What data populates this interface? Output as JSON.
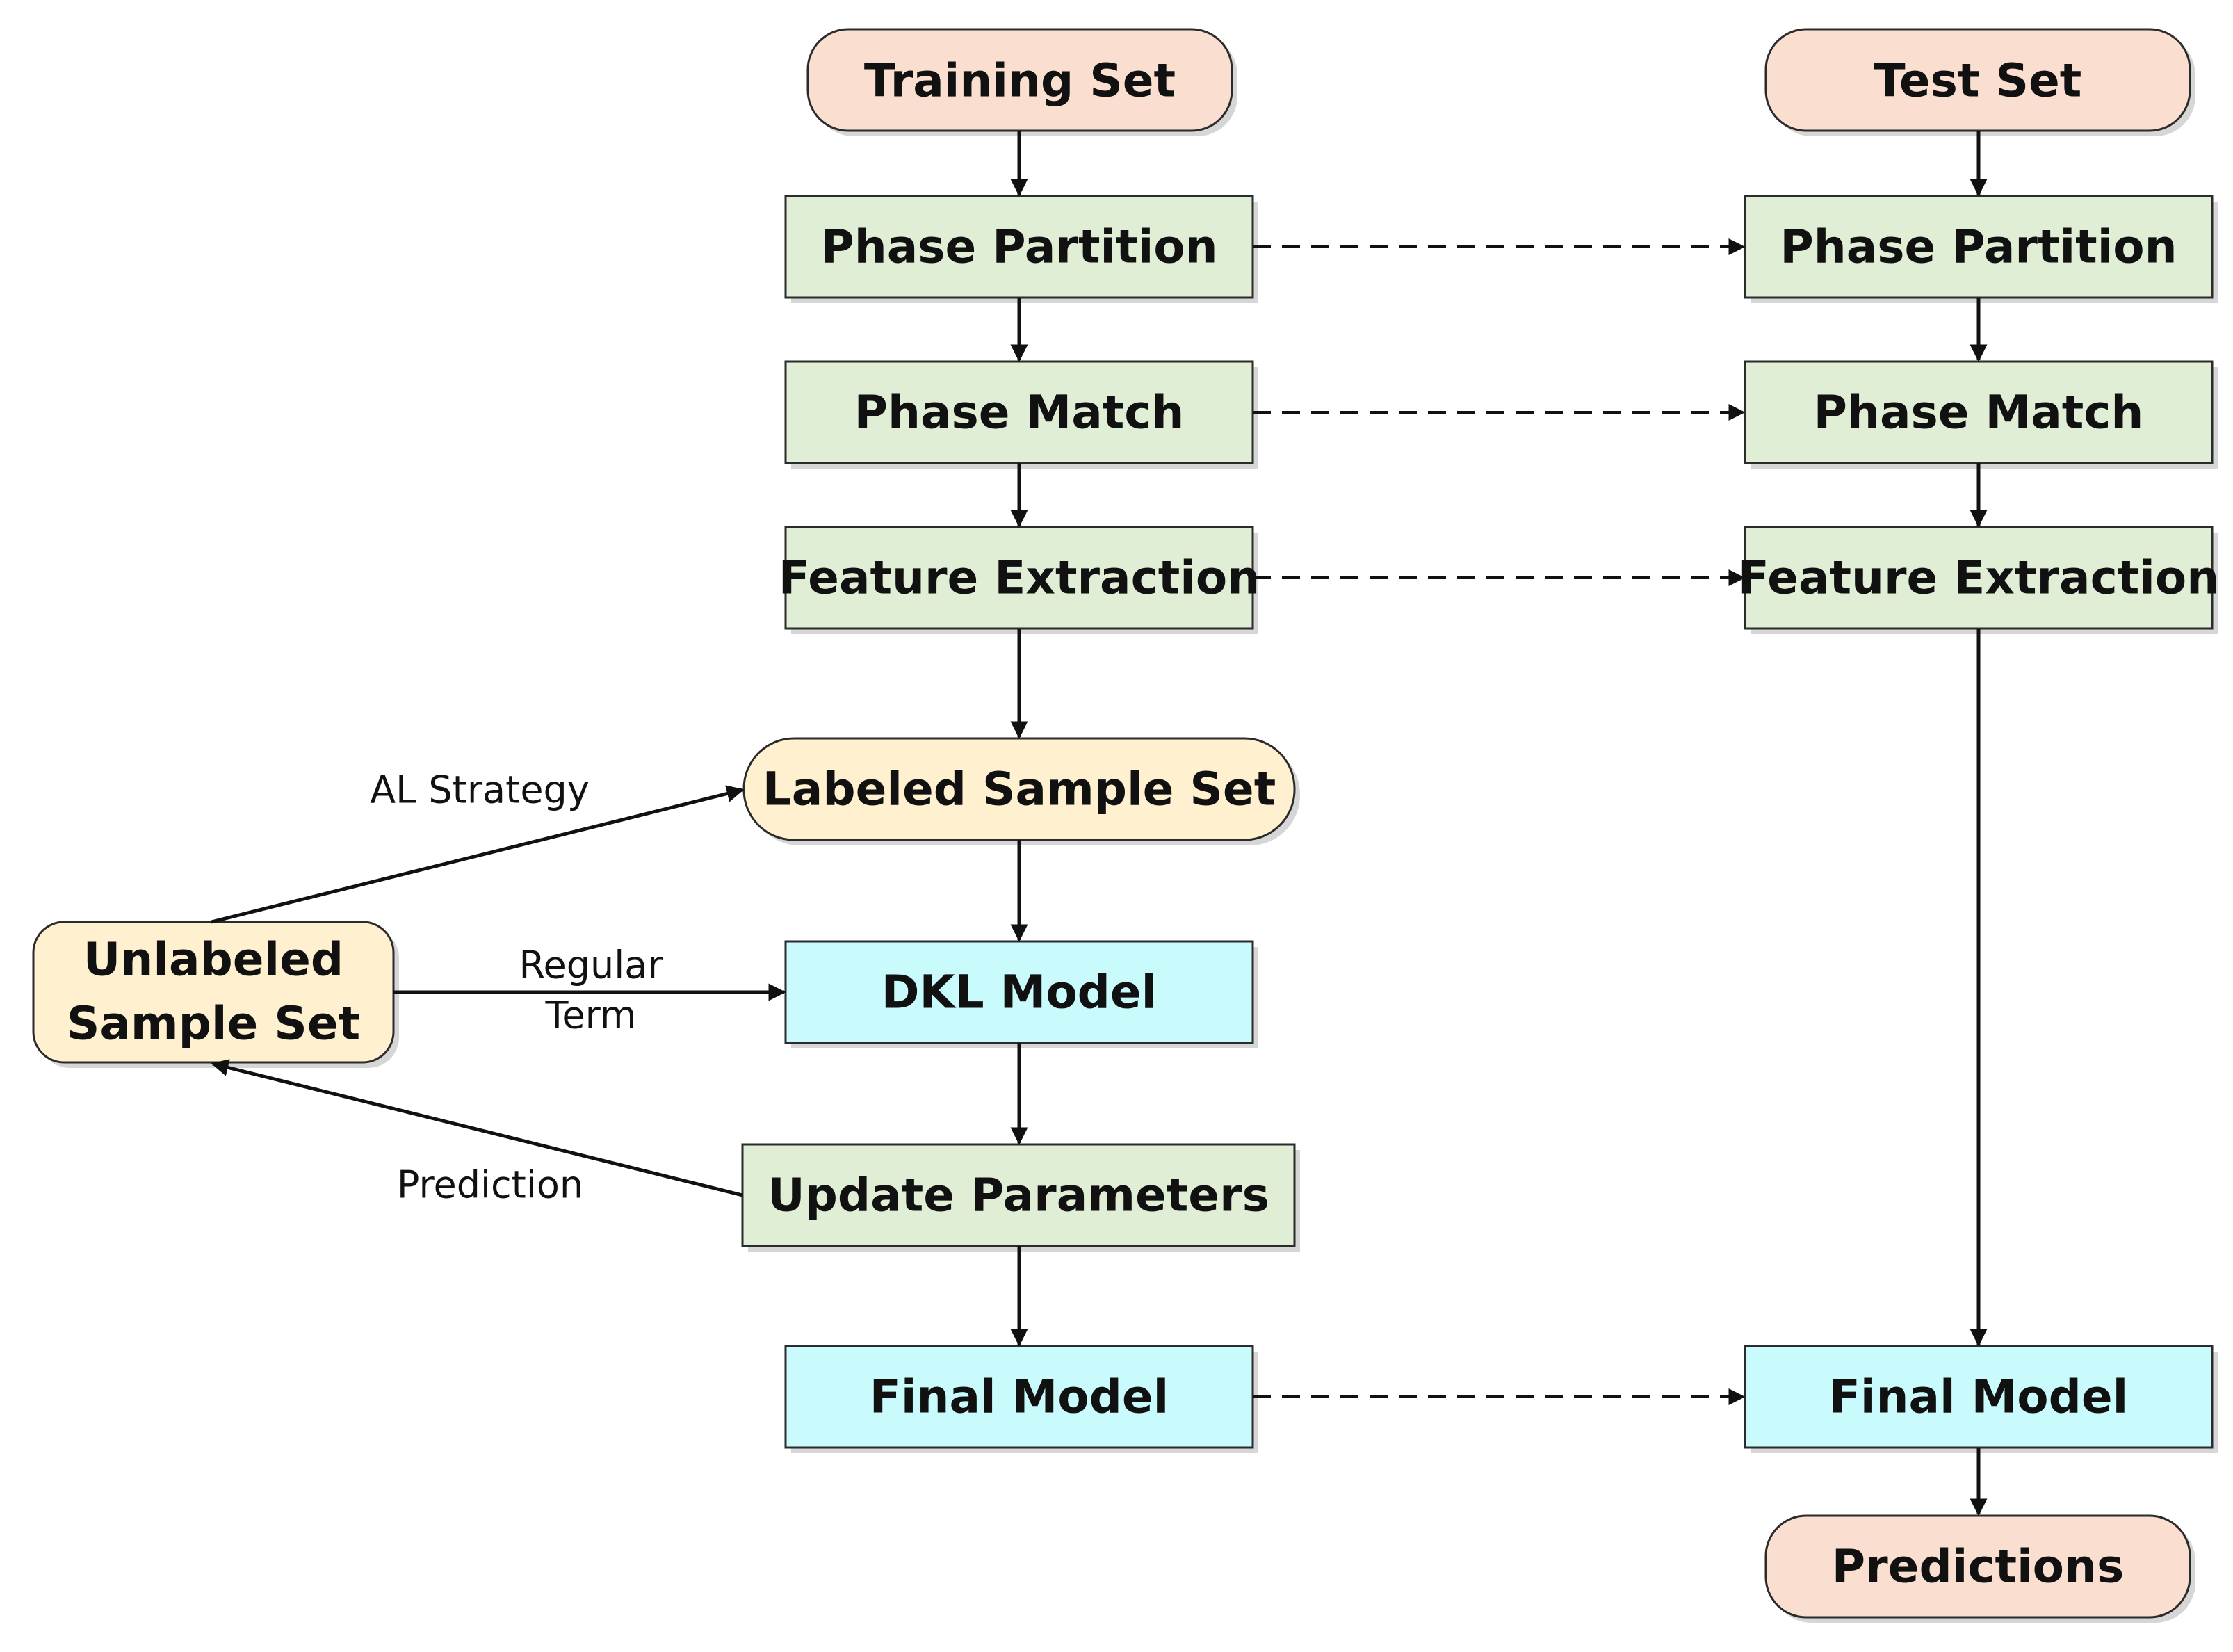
{
  "colors": {
    "terminal": "#FADFD0",
    "process": "#E1EED6",
    "sample_set": "#FFF1CF",
    "model": "#CAFBFC",
    "stroke": "#2b2b2b"
  },
  "training": {
    "start": "Training Set",
    "phase_partition": "Phase Partition",
    "phase_match": "Phase Match",
    "feature_extraction": "Feature Extraction",
    "labeled_sample_set": "Labeled Sample Set",
    "dkl_model": "DKL Model",
    "update_parameters": "Update Parameters",
    "final_model": "Final Model"
  },
  "test": {
    "start": "Test Set",
    "phase_partition": "Phase Partition",
    "phase_match": "Phase Match",
    "feature_extraction": "Feature Extraction",
    "final_model": "Final Model",
    "predictions": "Predictions"
  },
  "unlabeled": {
    "line1": "Unlabeled",
    "line2": "Sample Set"
  },
  "edge_labels": {
    "al_strategy": "AL Strategy",
    "regular_line1": "Regular",
    "regular_line2": "Term",
    "prediction": "Prediction"
  }
}
